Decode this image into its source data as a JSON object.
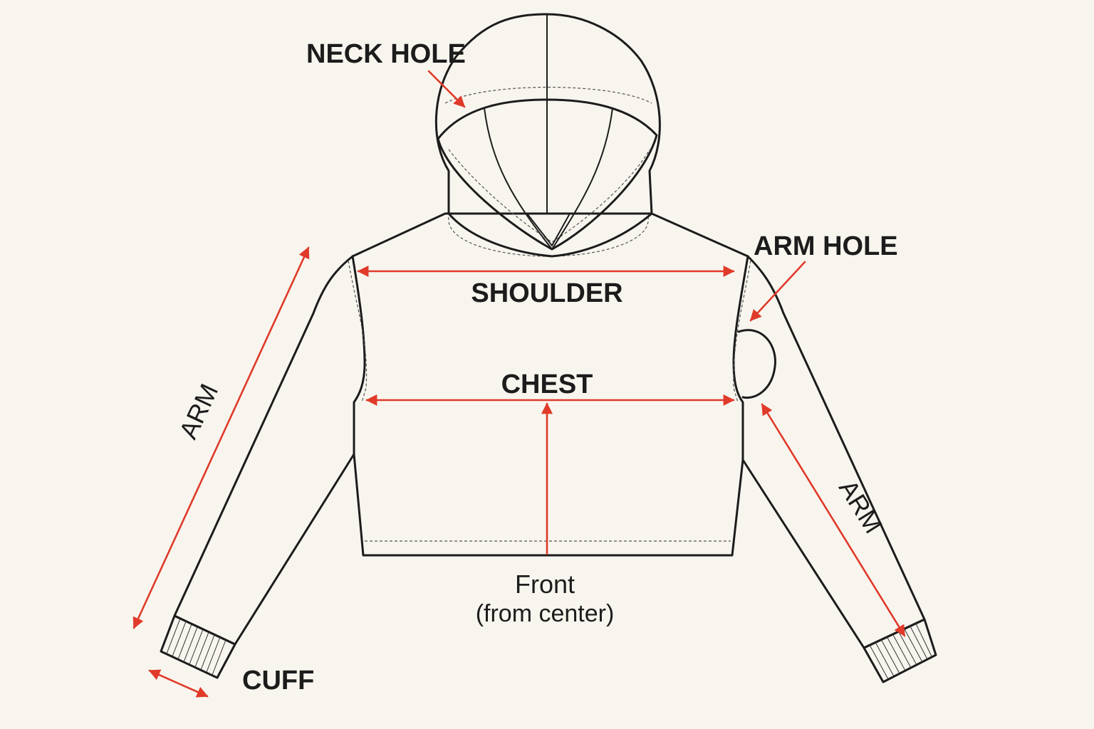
{
  "labels": {
    "neck_hole": "NECK HOLE",
    "shoulder": "SHOULDER",
    "arm_hole": "ARM HOLE",
    "chest": "CHEST",
    "arm_left": "ARM",
    "arm_right": "ARM",
    "cuff": "CUFF",
    "front": "Front",
    "front_sub": "(from center)"
  },
  "colors": {
    "background": "#f8f5ee",
    "outline": "#1c1c1c",
    "measurement": "#e03a2a"
  }
}
